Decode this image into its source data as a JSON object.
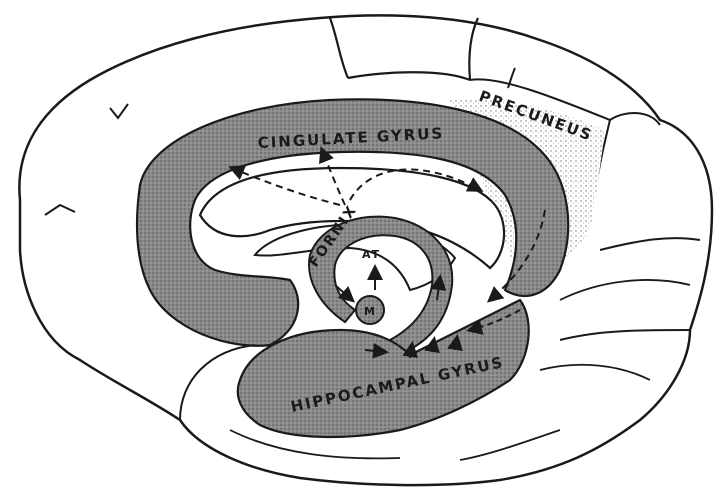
{
  "labels": {
    "cingulate_gyrus": "CINGULATE GYRUS",
    "precuneus": "PRECUNEUS",
    "fornix": "FORNIX",
    "at": "AT",
    "m": "M",
    "hippocampal_gyrus": "HIPPOCAMPAL GYRUS"
  },
  "colors": {
    "ink": "#1a1a1a",
    "shade": "#7a7a7a",
    "paper": "#ffffff"
  }
}
